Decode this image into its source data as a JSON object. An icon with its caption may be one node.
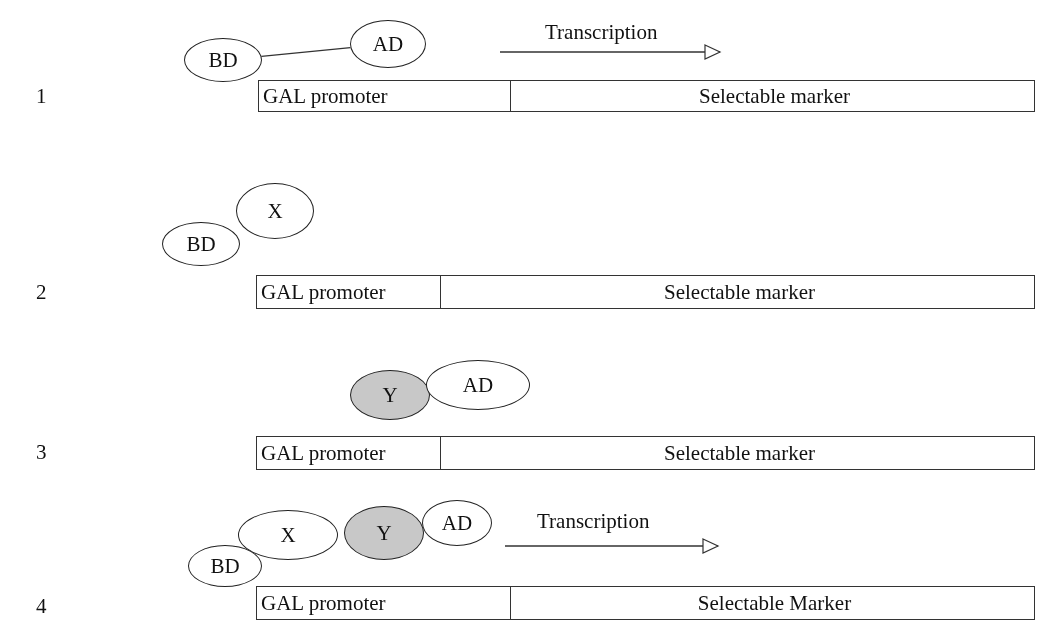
{
  "diagram": {
    "nodes": [
      {
        "text": [
          "AD"
        ]
      },
      {
        "text": [
          "BD"
        ]
      },
      {
        "text": [
          "GAL promoter"
        ]
      },
      {
        "text": [
          "Selectable marker"
        ]
      },
      {
        "text": [
          "X"
        ]
      },
      {
        "text": [
          "BD"
        ]
      },
      {
        "text": [
          "GAL promoter"
        ]
      },
      {
        "text": [
          "Selectable marker"
        ]
      },
      {
        "text": [
          "Y"
        ]
      },
      {
        "text": [
          "AD"
        ]
      },
      {
        "text": [
          "GAL promoter"
        ]
      },
      {
        "text": [
          "Selectable marker"
        ]
      },
      {
        "text": [
          "X"
        ]
      },
      {
        "text": [
          "Y"
        ]
      },
      {
        "text": [
          "AD"
        ]
      },
      {
        "text": [
          "BD"
        ]
      },
      {
        "text": [
          "GAL promoter"
        ]
      },
      {
        "text": [
          "Selectable Marker"
        ]
      }
    ],
    "edges": [
      {
        "from": 1,
        "to": 0,
        "arrow": "none"
      }
    ],
    "labels": [
      "Transcription",
      "1",
      "2",
      "3",
      "Transcription",
      "4"
    ]
  }
}
